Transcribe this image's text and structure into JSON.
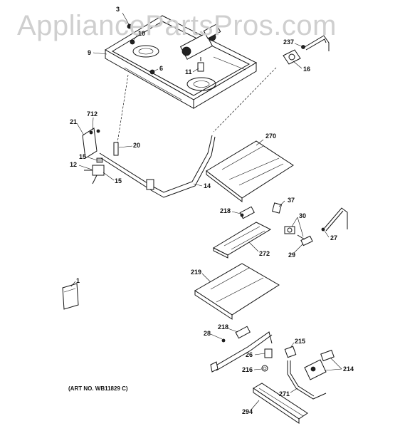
{
  "watermark": "AppliancePartsPros.com",
  "art_number": "(ART NO. WB11829 C)",
  "callouts": {
    "c3": "3",
    "c10": "10",
    "c9": "9",
    "c6": "6",
    "c11": "11",
    "c237": "237",
    "c16": "16",
    "c712": "712",
    "c21": "21",
    "c20": "20",
    "c270": "270",
    "c15a": "15",
    "c12": "12",
    "c15b": "15",
    "c14": "14",
    "c37": "37",
    "c218a": "218",
    "c30": "30",
    "c27": "27",
    "c29": "29",
    "c272": "272",
    "c219": "219",
    "c1": "1",
    "c28": "28",
    "c218b": "218",
    "c215": "215",
    "c26": "26",
    "c214": "214",
    "c216": "216",
    "c271": "271",
    "c294": "294"
  }
}
